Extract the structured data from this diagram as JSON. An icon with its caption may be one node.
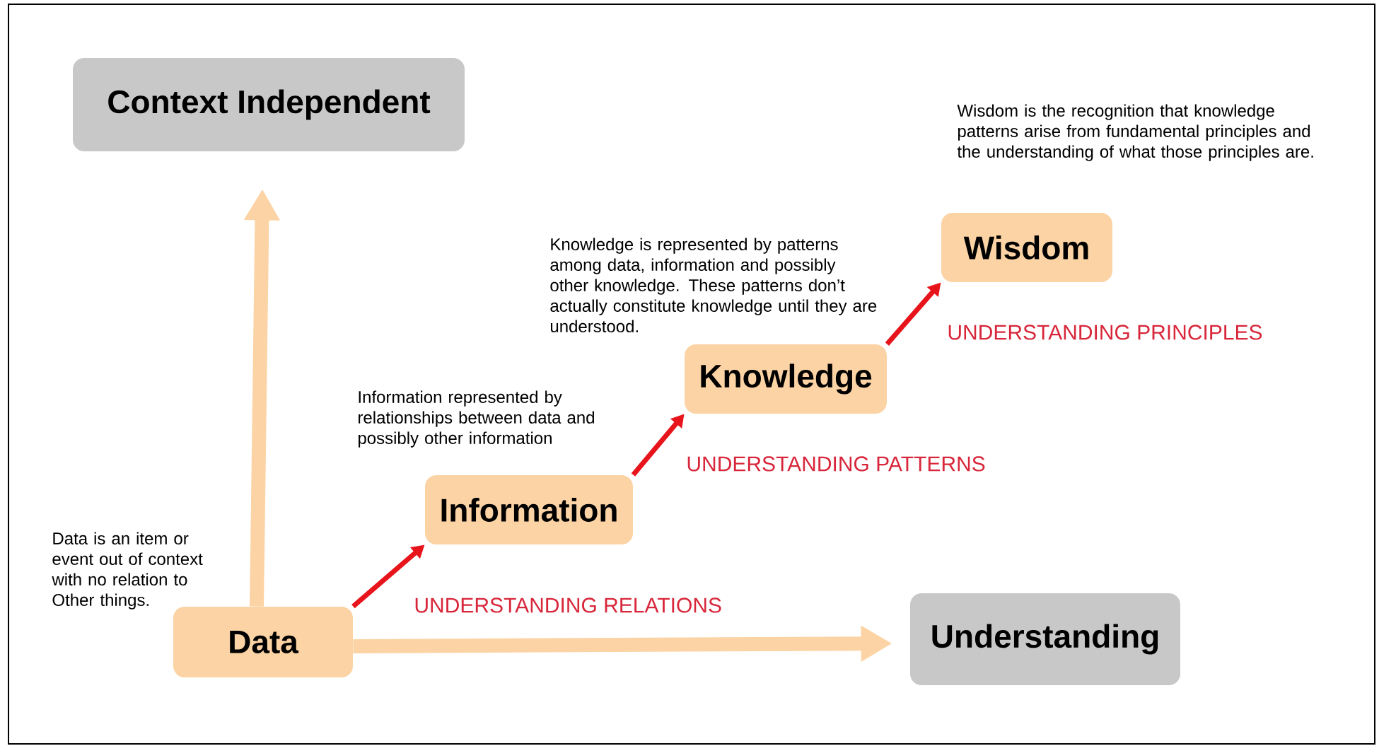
{
  "diagram": {
    "nodes": [
      {
        "text": [
          "Context Independent"
        ]
      },
      {
        "text": [
          "Data"
        ],
        "beside": [
          "Data is an item or event out of context with no relation to Other things."
        ]
      },
      {
        "text": [
          "Information"
        ],
        "beside": [
          "Information represented by relationships between data and possibly other information"
        ]
      },
      {
        "text": [
          "Knowledge"
        ],
        "beside": [
          "Knowledge is represented by patterns among data, information and possibly other knowledge. These patterns don’t actually constitute knowledge until they are understood."
        ]
      },
      {
        "text": [
          "Wisdom"
        ],
        "beside": [
          "Wisdom is the recognition that knowledge patterns arise from fundamental principles and the understanding of what those principles are."
        ]
      },
      {
        "text": [
          "Understanding"
        ]
      }
    ],
    "edges": [
      {
        "from": 1,
        "to": 0,
        "arrow": "to",
        "style": "thick",
        "color": "#fcd3a4"
      },
      {
        "from": 1,
        "to": 5,
        "arrow": "to",
        "style": "thick",
        "color": "#fcd3a4"
      },
      {
        "from": 1,
        "to": 2,
        "arrow": "to"
      },
      {
        "from": 2,
        "to": 3,
        "arrow": "to"
      },
      {
        "from": 3,
        "to": 4,
        "arrow": "to"
      }
    ],
    "labels": [
      "UNDERSTANDING PRINCIPLES",
      "UNDERSTANDING PATTERNS",
      "UNDERSTANDING RELATIONS"
    ]
  }
}
